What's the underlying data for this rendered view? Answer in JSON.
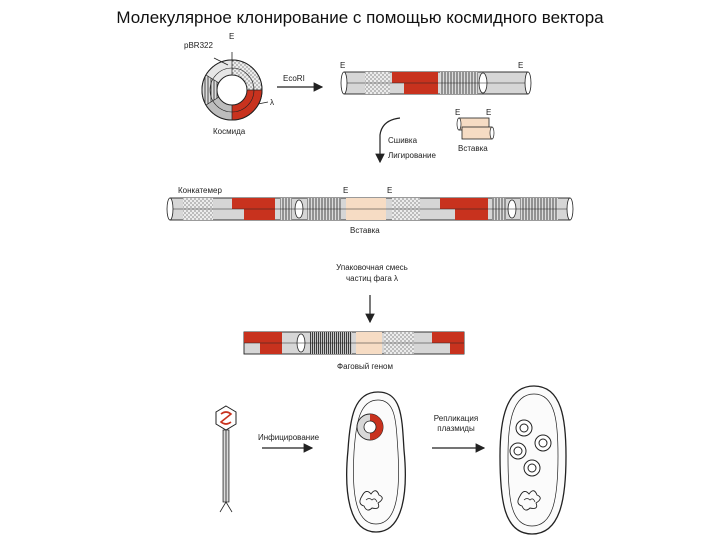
{
  "title": "Молекулярное клонирование с помощью космидного вектора",
  "labels": {
    "pbr322": "pBR322",
    "e_ring": "E",
    "lambda": "λ",
    "cosmid": "Космида",
    "ecori": "EcoRI",
    "e_cut_left": "E",
    "e_cut_right": "E",
    "e_insert_left": "E",
    "e_insert_right": "E",
    "insert_top": "Вставка",
    "ligation": "Сшивка\nЛигирование",
    "concatemer": "Конкатемер",
    "e_conc_left": "E",
    "e_conc_right": "E",
    "insert_mid": "Вставка",
    "packaging": "Упаковочная смесь\nчастиц фага λ",
    "phage_genome": "Фаговый геном",
    "infection": "Инфицирование",
    "replication": "Репликация\nплазмиды"
  },
  "colors": {
    "red": "#c8321e",
    "grey": "#d4d4d4",
    "insert": "#f6dcc4",
    "line": "#222222"
  }
}
